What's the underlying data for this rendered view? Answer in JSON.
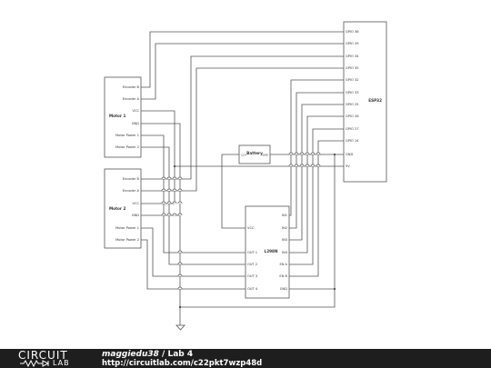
{
  "footer": {
    "logo_top": "CIRCUIT",
    "logo_bottom": "LAB",
    "user": "maggiedu38",
    "separator": " / ",
    "title": "Lab 4",
    "url": "http://circuitlab.com/c22pkt7wzp48d"
  },
  "motor1": {
    "name": "Motor  1",
    "pins": [
      "Encoder B",
      "Encoder A",
      "VCC",
      "GND",
      "Motor Power 1",
      "Motor Power 2"
    ]
  },
  "motor2": {
    "name": "Motor  2",
    "pins": [
      "Encoder B",
      "Encoder A",
      "VCC",
      "GND",
      "Motor Power 1",
      "Motor Power 2"
    ]
  },
  "esp32": {
    "name": "ESP32",
    "pins": [
      "GPIO 36",
      "GPIO 39",
      "GPIO 34",
      "GPIO 35",
      "GPIO 32",
      "GPIO 33",
      "GPIO 25",
      "GPIO 26",
      "GPIO 27",
      "GPIO 14",
      "GND",
      "5V"
    ]
  },
  "l298n": {
    "name": "L298N",
    "vcc_label": "VCC",
    "left_pins": [
      "OUT 1",
      "OUT 2",
      "OUT 3",
      "OUT 4"
    ],
    "right_pins": [
      "IN1",
      "IN2",
      "IN3",
      "IN4",
      "EN A",
      "EN B",
      "GND"
    ]
  },
  "battery": {
    "name": "Battery",
    "neg_label": "12V",
    "pos_label": "GND"
  }
}
